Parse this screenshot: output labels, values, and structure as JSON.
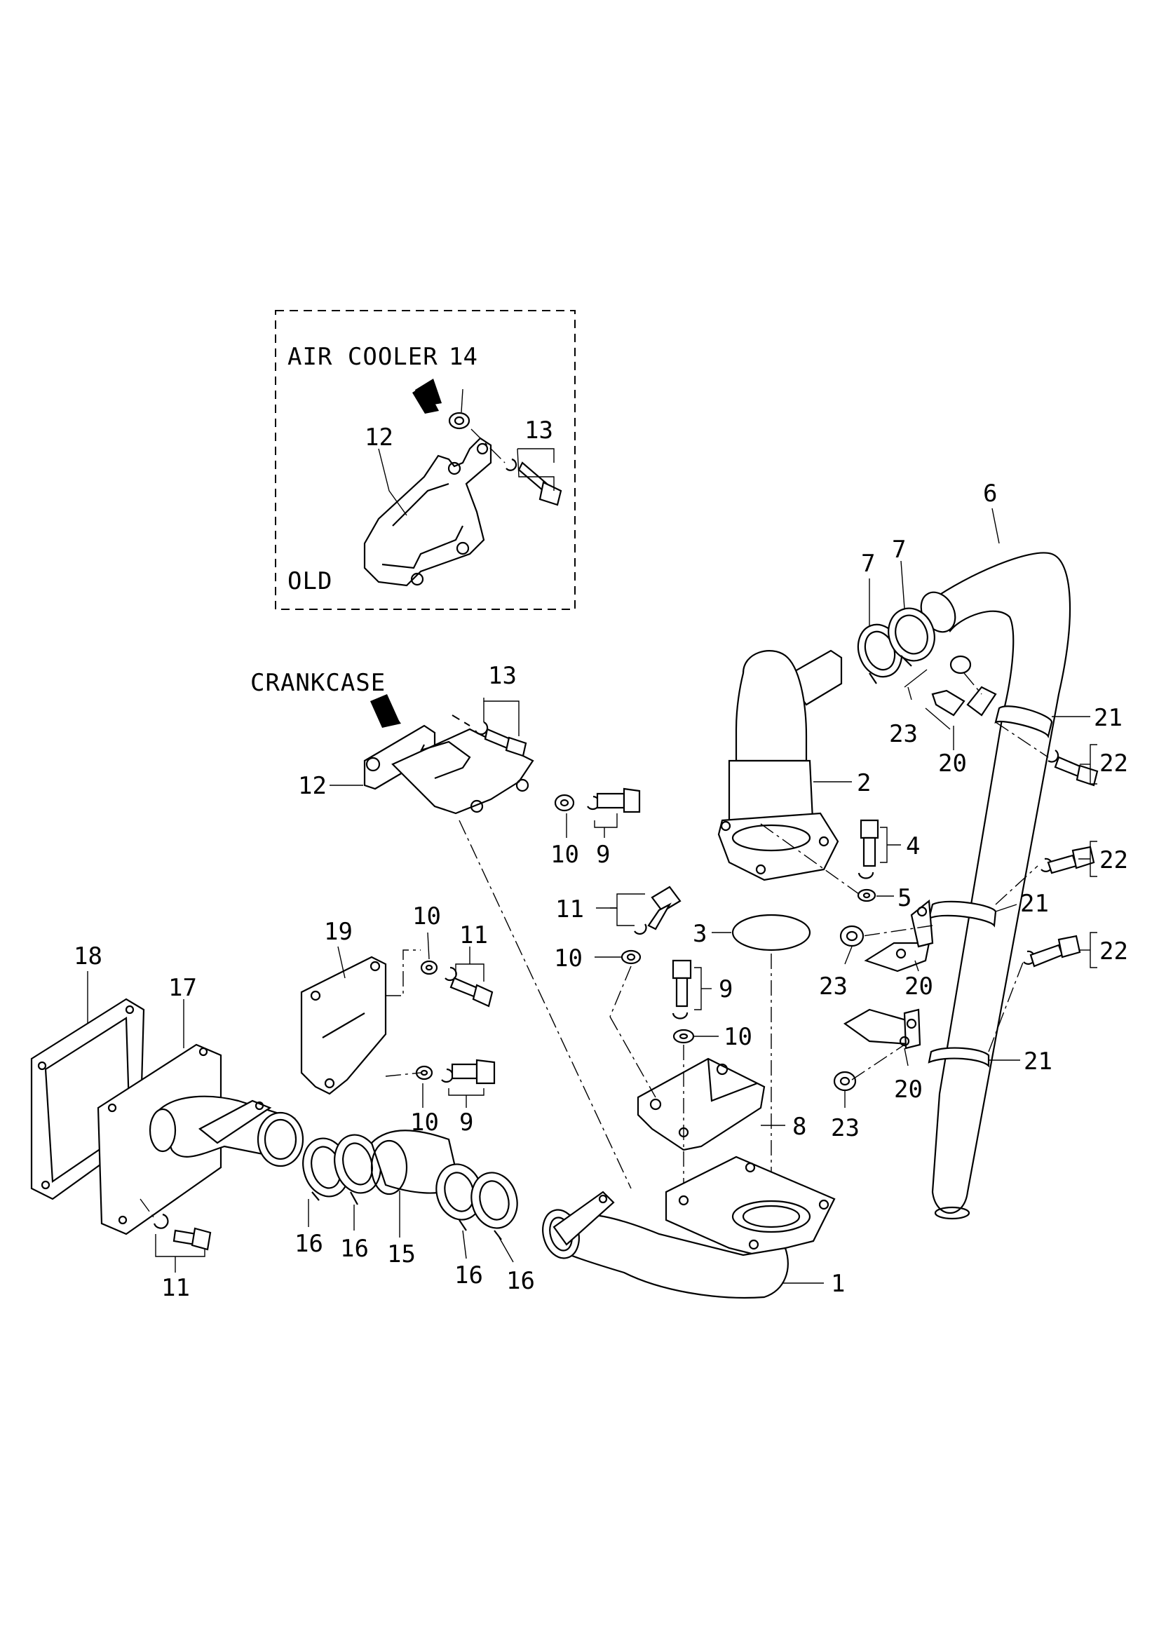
{
  "captions": {
    "air_cooler": "AIR COOLER",
    "old": "OLD",
    "crankcase": "CRANKCASE"
  },
  "callouts": {
    "c1": "1",
    "c2": "2",
    "c3": "3",
    "c4": "4",
    "c5": "5",
    "c6": "6",
    "c7a": "7",
    "c7b": "7",
    "c8": "8",
    "c9a": "9",
    "c9b": "9",
    "c9c": "9",
    "c10a": "10",
    "c10b": "10",
    "c10c": "10",
    "c10d": "10",
    "c10e": "10",
    "c11a": "11",
    "c11b": "11",
    "c11c": "11",
    "c12a": "12",
    "c12b": "12",
    "c13a": "13",
    "c13b": "13",
    "c14": "14",
    "c15": "15",
    "c16a": "16",
    "c16b": "16",
    "c16c": "16",
    "c16d": "16",
    "c17": "17",
    "c18": "18",
    "c19": "19",
    "c20a": "20",
    "c20b": "20",
    "c20c": "20",
    "c21a": "21",
    "c21b": "21",
    "c21c": "21",
    "c22a": "22",
    "c22b": "22",
    "c22c": "22",
    "c23a": "23",
    "c23b": "23",
    "c23c": "23"
  }
}
